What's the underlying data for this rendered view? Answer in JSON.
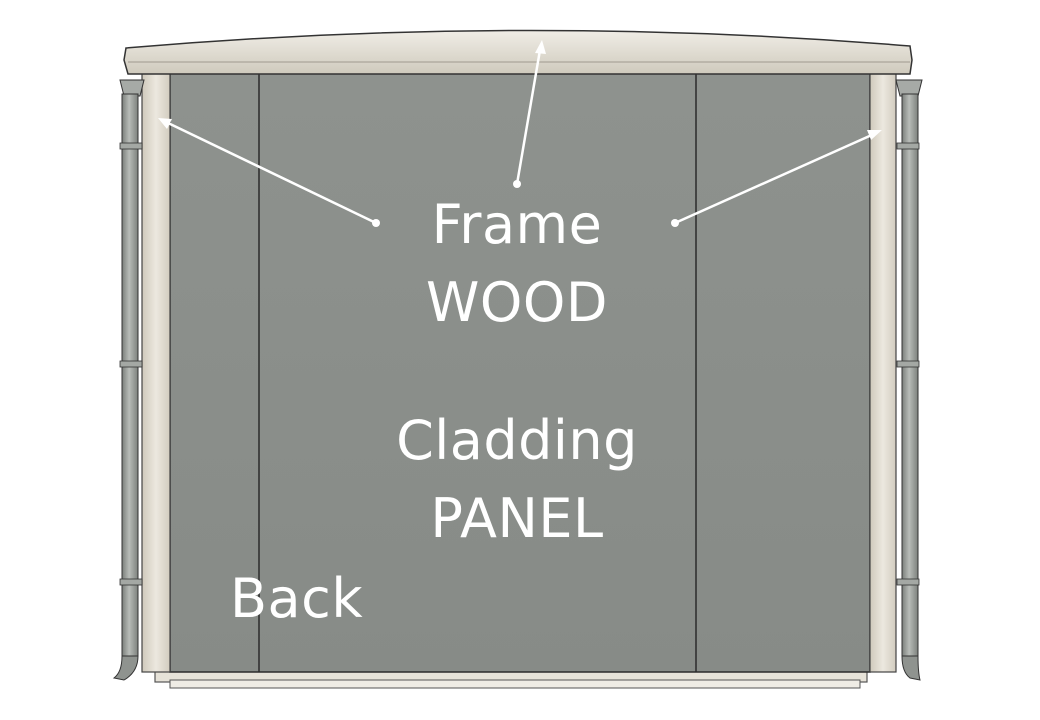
{
  "labels": {
    "frame_line1": "Frame",
    "frame_line2": "WOOD",
    "cladding_line1": "Cladding",
    "cladding_line2": "PANEL",
    "back": "Back"
  },
  "colors": {
    "background": "#ffffff",
    "panel": "#8d918d",
    "panel_dark": "#7f837f",
    "frame_wood": "#ddd8cc",
    "frame_wood_light": "#ebe7dd",
    "roof": "#d9d6cd",
    "downpipe": "#9a9e9a",
    "outline": "#2b2b2b",
    "annotation": "#ffffff"
  }
}
